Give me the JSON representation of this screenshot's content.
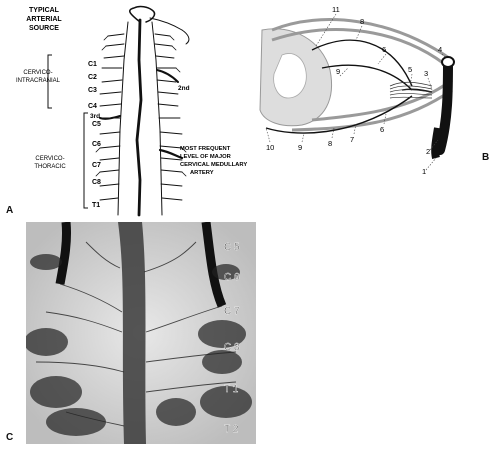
{
  "panel_a": {
    "letter": "A",
    "header_line1": "TYPICAL",
    "header_line2": "ARTERIAL",
    "header_line3": "SOURCE",
    "region_cervico_intracranial_1": "CERVICO-",
    "region_cervico_intracranial_2": "INTRACRANIAL",
    "region_cervico_thoracic_1": "CERVICO-",
    "region_cervico_thoracic_2": "THORACIC",
    "levels": [
      "C1",
      "C2",
      "C3",
      "C4",
      "C5",
      "C6",
      "C7",
      "C8",
      "T1"
    ],
    "label_2nd": "2nd",
    "label_3rd": "3rd",
    "note_line1": "MOST FREQUENT",
    "note_line2": "LEVEL OF MAJOR",
    "note_line3": "CERVICAL MEDULLARY",
    "note_line4": "ARTERY"
  },
  "panel_b": {
    "letter": "B",
    "numbers": [
      "11",
      "8",
      "9",
      "6",
      "5",
      "3",
      "4",
      "2",
      "1",
      "10",
      "9",
      "8",
      "7",
      "6"
    ]
  },
  "panel_c": {
    "letter": "C",
    "labels": [
      "C 5",
      "C 6",
      "C 7",
      "C 8",
      "T 1",
      "T 2"
    ]
  }
}
